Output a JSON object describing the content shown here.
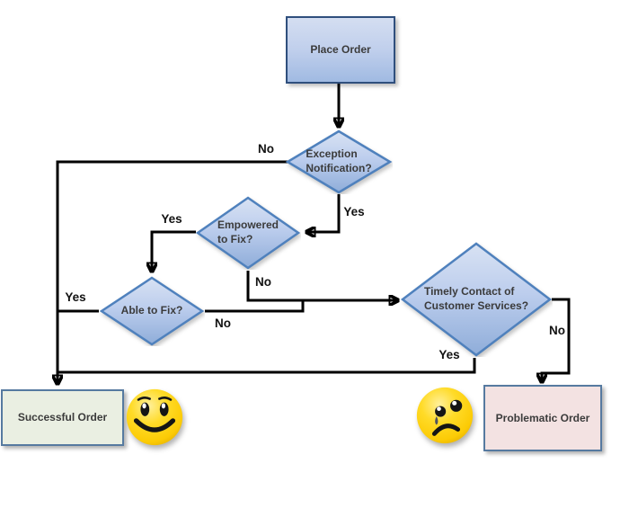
{
  "flowchart": {
    "nodes": {
      "place_order": {
        "label": "Place Order"
      },
      "exception": {
        "line1": "Exception",
        "line2": "Notification?"
      },
      "empowered": {
        "line1": "Empowered",
        "line2": "to Fix?"
      },
      "able": {
        "label": "Able to Fix?"
      },
      "timely": {
        "line1": "Timely Contact of",
        "line2": "Customer Services?"
      },
      "successful": {
        "label": "Successful Order"
      },
      "problematic": {
        "label": "Problematic Order"
      }
    },
    "edge_labels": {
      "exception_no": "No",
      "exception_yes": "Yes",
      "empowered_yes": "Yes",
      "empowered_no": "No",
      "able_yes": "Yes",
      "able_no": "No",
      "timely_no": "No",
      "timely_yes": "Yes"
    },
    "icons": {
      "happy_face": "happy-face-icon",
      "sad_face": "sad-crying-face-icon"
    },
    "colors": {
      "diamond_border": "#4f81bd",
      "diamond_fill_top": "#d6e0f2",
      "diamond_fill_bottom": "#8fadd9",
      "process_border": "#2f4f7d",
      "process_fill_top": "#d4def1",
      "process_fill_bottom": "#a0bae2",
      "success_fill": "#eaefe2",
      "success_border": "#567aa0",
      "problem_fill": "#f3e2e2",
      "problem_border": "#567aa0",
      "connector": "#000000",
      "text": "#3b3b3b",
      "face_yellow": "#ffd515"
    }
  }
}
